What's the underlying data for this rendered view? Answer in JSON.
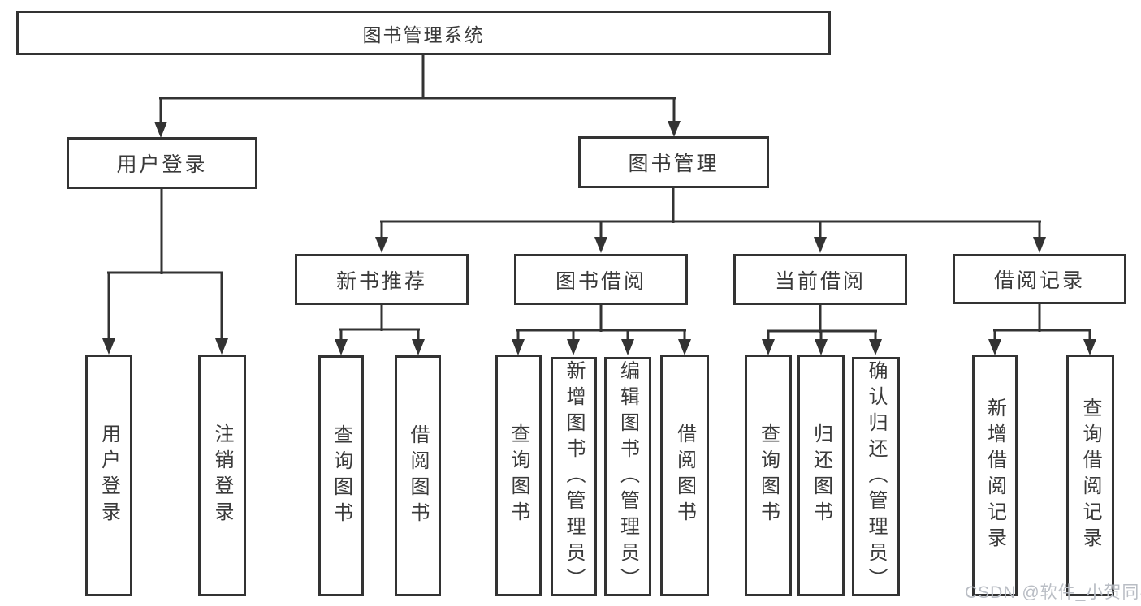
{
  "colors": {
    "line": "#333333",
    "box_border": "#333333",
    "text": "#3a3a3a",
    "background": "#ffffff",
    "watermark": "#b9bdc4"
  },
  "tree": {
    "root": {
      "label": "图书管理系统"
    },
    "branches": [
      {
        "label": "用户登录",
        "children": [
          {
            "label": "用户登录"
          },
          {
            "label": "注销登录"
          }
        ]
      },
      {
        "label": "图书管理",
        "children": [
          {
            "label": "新书推荐",
            "children": [
              {
                "label": "查询图书"
              },
              {
                "label": "借阅图书"
              }
            ]
          },
          {
            "label": "图书借阅",
            "children": [
              {
                "label": "查询图书"
              },
              {
                "label": "新增图书（管理员）"
              },
              {
                "label": "编辑图书（管理员）"
              },
              {
                "label": "借阅图书"
              }
            ]
          },
          {
            "label": "当前借阅",
            "children": [
              {
                "label": "查询图书"
              },
              {
                "label": "归还图书"
              },
              {
                "label": "确认归还（管理员）"
              }
            ]
          },
          {
            "label": "借阅记录",
            "children": [
              {
                "label": "新增借阅记录"
              },
              {
                "label": "查询借阅记录"
              }
            ]
          }
        ]
      }
    ]
  },
  "watermark": {
    "text": "CSDN @软件_小贺同学"
  }
}
